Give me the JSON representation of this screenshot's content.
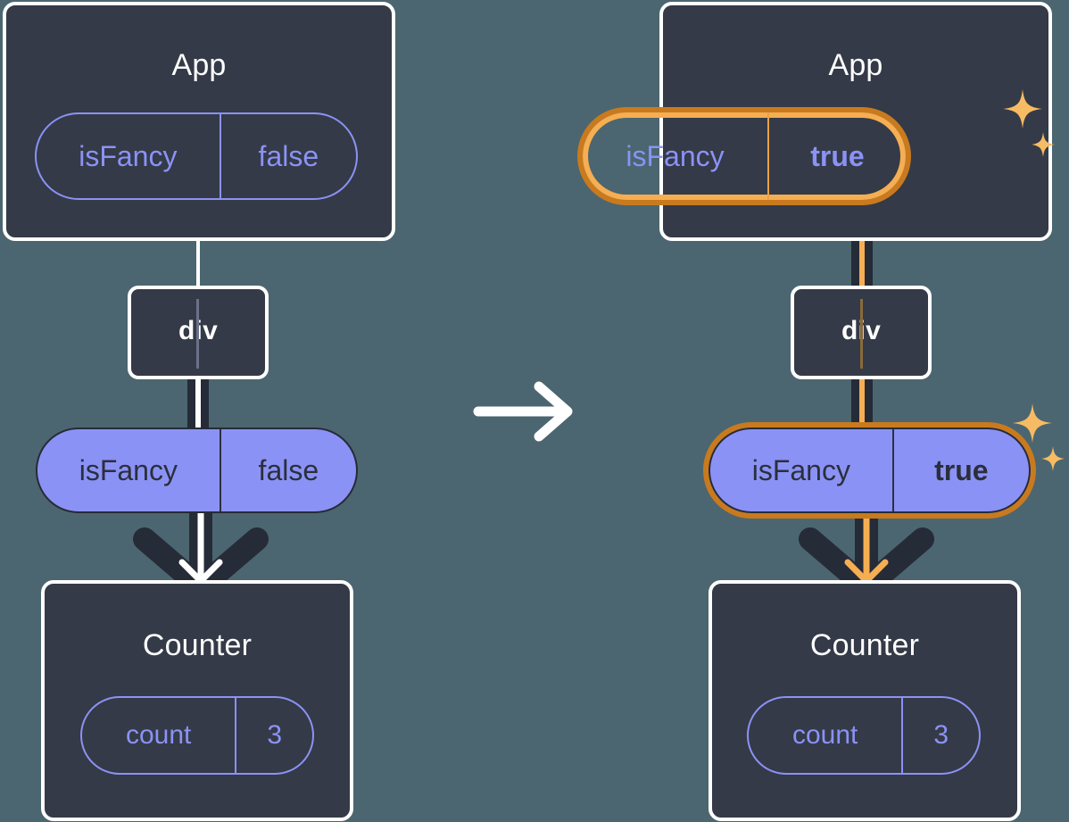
{
  "diagram": {
    "title": "React state update propagation",
    "colors": {
      "background": "#4b6670",
      "box_fill": "#343a47",
      "box_border": "#ffffff",
      "accent_purple": "#8b92f5",
      "highlight_outer": "#c97a1e",
      "highlight_inner": "#f5ae52",
      "line_dark": "#262b38"
    },
    "transition_icon": "arrow-right-icon",
    "panels": [
      {
        "id": "before",
        "app": {
          "label": "App",
          "state": {
            "key": "isFancy",
            "value": "false",
            "highlighted": false
          }
        },
        "div": {
          "label": "div"
        },
        "prop": {
          "key": "isFancy",
          "value": "false",
          "highlighted": false
        },
        "counter": {
          "label": "Counter",
          "state": {
            "key": "count",
            "value": "3",
            "highlighted": false
          }
        }
      },
      {
        "id": "after",
        "app": {
          "label": "App",
          "state": {
            "key": "isFancy",
            "value": "true",
            "highlighted": true
          }
        },
        "div": {
          "label": "div"
        },
        "prop": {
          "key": "isFancy",
          "value": "true",
          "highlighted": true
        },
        "counter": {
          "label": "Counter",
          "state": {
            "key": "count",
            "value": "3",
            "highlighted": false
          }
        }
      }
    ],
    "sparkle_icon": "sparkles-icon"
  }
}
